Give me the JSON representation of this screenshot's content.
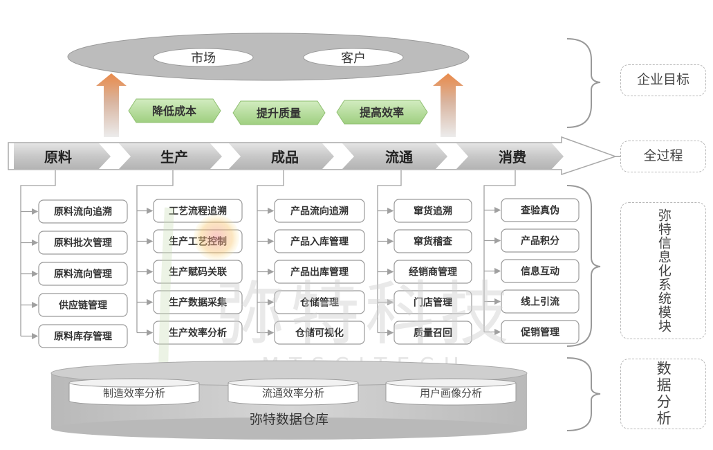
{
  "top": {
    "markets": [
      "市场",
      "客户"
    ],
    "goals": [
      "降低成本",
      "提升质量",
      "提高效率"
    ]
  },
  "stages": [
    {
      "name": "原料",
      "items": [
        "原料流向追溯",
        "原料批次管理",
        "原料流向管理",
        "供应链管理",
        "原料库存管理"
      ]
    },
    {
      "name": "生产",
      "items": [
        "工艺流程追溯",
        "生产工艺控制",
        "生产赋码关联",
        "生产数据采集",
        "生产效率分析"
      ]
    },
    {
      "name": "成品",
      "items": [
        "产品流向追溯",
        "产品入库管理",
        "产品出库管理",
        "仓储管理",
        "仓储可视化"
      ]
    },
    {
      "name": "流通",
      "items": [
        "窜货追溯",
        "窜货稽查",
        "经销商管理",
        "门店管理",
        "质量召回"
      ]
    },
    {
      "name": "消费",
      "items": [
        "查验真伪",
        "产品积分",
        "信息互动",
        "线上引流",
        "促销管理"
      ]
    }
  ],
  "warehouse": {
    "name": "弥特数据仓库",
    "analyses": [
      "制造效率分析",
      "流通效率分析",
      "用户画像分析"
    ]
  },
  "side_labels": {
    "goal": "企业目标",
    "process": "全过程",
    "modules": "弥特信息化系统模块",
    "data": "数据分析"
  },
  "watermark": {
    "cn": "弥特科技",
    "en": "MTSCITECH"
  },
  "colors": {
    "chevron": "#c4c4c4",
    "goal_green": "#a8d48a",
    "up_arrow": "#e8945a",
    "module_border": "#9a9a9a"
  }
}
